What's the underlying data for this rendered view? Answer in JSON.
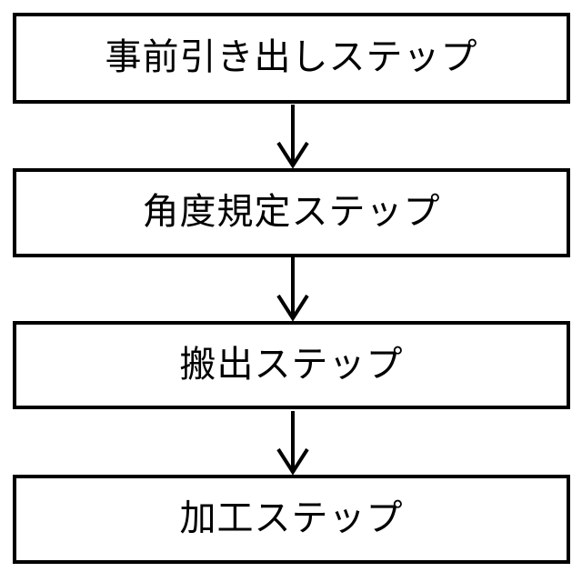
{
  "diagram": {
    "type": "flowchart",
    "direction": "top-down",
    "steps": [
      {
        "id": 1,
        "label": "事前引き出しステップ"
      },
      {
        "id": 2,
        "label": "角度規定ステップ"
      },
      {
        "id": 3,
        "label": "搬出ステップ"
      },
      {
        "id": 4,
        "label": "加工ステップ"
      }
    ],
    "connectors": [
      {
        "from": 1,
        "to": 2,
        "style": "arrow-down"
      },
      {
        "from": 2,
        "to": 3,
        "style": "arrow-down"
      },
      {
        "from": 3,
        "to": 4,
        "style": "arrow-down"
      }
    ],
    "colors": {
      "background": "#ffffff",
      "box_border": "#000000",
      "text": "#000000",
      "arrow": "#000000"
    }
  }
}
